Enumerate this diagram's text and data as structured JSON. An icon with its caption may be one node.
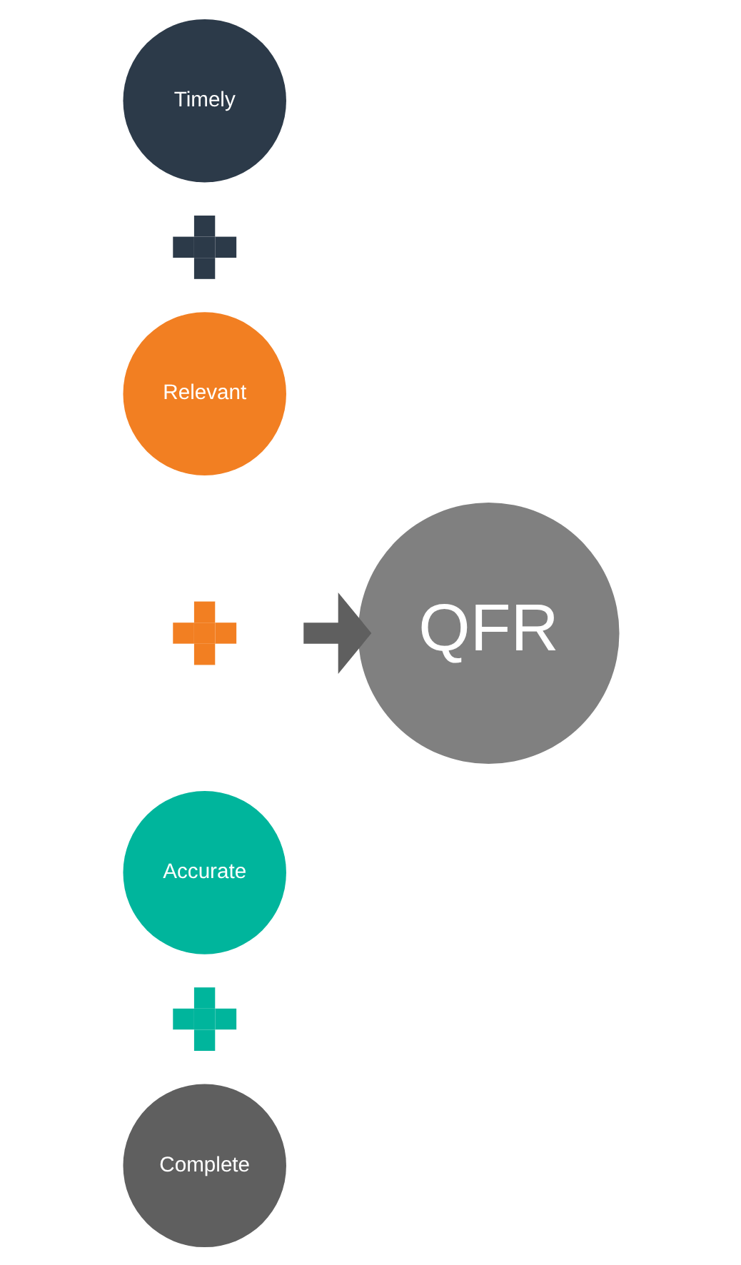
{
  "diagram": {
    "nodes": [
      {
        "text": [
          "Timely"
        ]
      },
      {
        "text": [],
        "shape": "plus"
      },
      {
        "text": [
          "Relevant"
        ]
      },
      {
        "text": [],
        "shape": "plus"
      },
      {
        "text": [
          "Accurate"
        ]
      },
      {
        "text": [],
        "shape": "plus"
      },
      {
        "text": [
          "Complete"
        ]
      },
      {
        "text": [
          "QFR"
        ]
      }
    ],
    "edges": [
      {
        "from": null,
        "to": 7,
        "arrow": "to"
      }
    ]
  }
}
